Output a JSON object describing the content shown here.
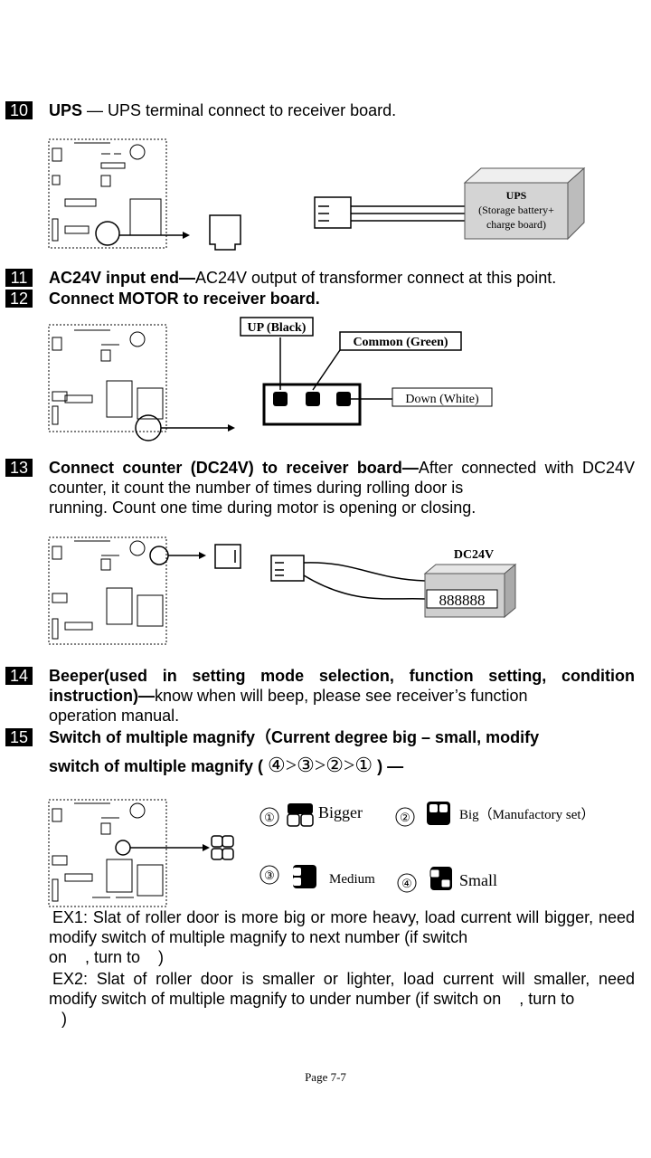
{
  "s10": {
    "num": "10",
    "title": "UPS",
    "dash": " — ",
    "text": "UPS terminal connect to receiver board.",
    "ups_label": "UPS",
    "ups_sub1": "(Storage battery+",
    "ups_sub2": "charge board)"
  },
  "s11": {
    "num": "11",
    "title": "AC24V input end—",
    "text": "AC24V output of transformer connect at this point."
  },
  "s12": {
    "num": "12",
    "title": "Connect MOTOR to receiver board.",
    "up_label": "UP (Black)",
    "common_label": "Common (Green)",
    "down_label": "Down (White)"
  },
  "s13": {
    "num": "13",
    "title": "Connect counter (DC24V) to receiver board—",
    "text_a": "After connected with DC24V  counter, it count the number of times during rolling door is",
    "text_b": "running. Count one time during motor is opening or closing.",
    "counter_label": "DC24V",
    "counter_digits": "888888"
  },
  "s14": {
    "num": "14",
    "title": "Beeper(used in setting mode selection, function setting, condition instruction)—",
    "text_a": "know when will beep, please see receiver’s function",
    "text_b": "operation manual."
  },
  "s15": {
    "num": "15",
    "title": "Switch of multiple magnify（Current degree big – small, modify",
    "title2_a": "switch of multiple magnify (",
    "symbols": "④>③>②>①",
    "title2_b": ") —",
    "opt1_num": "①",
    "opt1": "Bigger",
    "opt2_num": "②",
    "opt2": "Big（Manufactory set）",
    "opt3_num": "③",
    "opt3": "Medium",
    "opt4_num": "④",
    "opt4": "Small",
    "ex1_a": "EX1: Slat of roller door is more big or more heavy, load current will",
    "ex1_b": "bigger, need modify switch of multiple magnify to next number (if switch",
    "ex1_c": "on    , turn to    )",
    "ex2_a": "EX2: Slat of roller door is smaller or lighter, load current will smaller, need",
    "ex2_b": "modify switch of multiple magnify to under number (if switch on    , turn to",
    "ex2_c": ")"
  },
  "footer": {
    "page": "Page 7-7"
  }
}
